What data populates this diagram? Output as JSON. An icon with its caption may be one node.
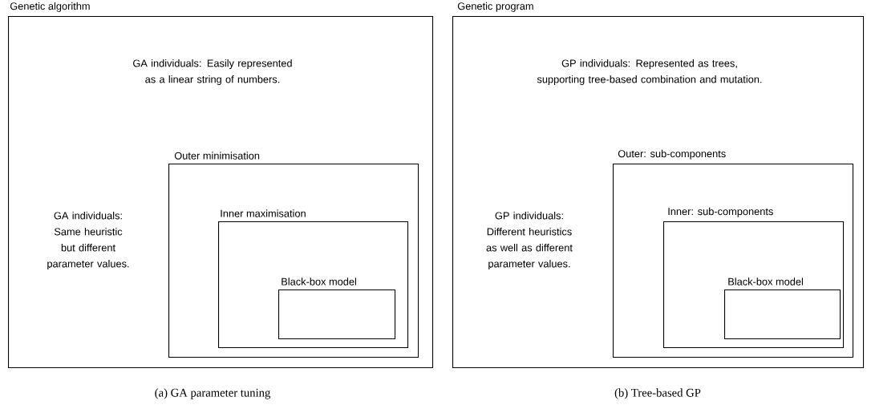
{
  "diagram": {
    "nodes": [
      {
        "text": [
          "Genetic algorithm",
          "GA individuals: Easily represented as a linear string of numbers.",
          "GA individuals: Same heuristic but different parameter values."
        ]
      },
      {
        "text": [
          "Outer minimisation"
        ],
        "in": 0
      },
      {
        "text": [
          "Inner maximisation"
        ],
        "in": 1
      },
      {
        "text": [
          "Black-box model"
        ],
        "in": 2
      },
      {
        "text": [
          "Genetic program",
          "GP individuals: Represented as trees, supporting tree-based combination and mutation.",
          "GP individuals: Different heuristics as well as different parameter values."
        ]
      },
      {
        "text": [
          "Outer: sub-components"
        ],
        "in": 4
      },
      {
        "text": [
          "Inner: sub-components"
        ],
        "in": 5
      },
      {
        "text": [
          "Black-box model"
        ],
        "in": 6
      }
    ],
    "labels": [
      "(a) GA parameter tuning",
      "(b) Tree-based GP"
    ]
  }
}
